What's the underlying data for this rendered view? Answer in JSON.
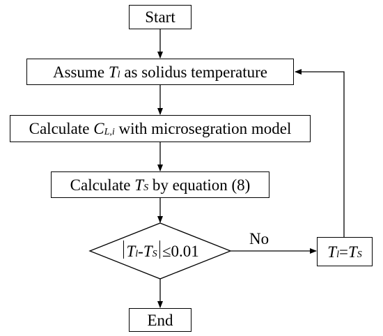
{
  "flowchart": {
    "start": {
      "text": "Start"
    },
    "assume": {
      "prefix": "Assume ",
      "var": "T",
      "sub": "l",
      "suffix": " as solidus temperature"
    },
    "calc_c": {
      "prefix": "Calculate ",
      "var": "C",
      "sub": "L,i",
      "suffix": " with microsegration model"
    },
    "calc_ts": {
      "prefix": "Calculate ",
      "var": "T",
      "sub": "S",
      "suffix": " by equation (8)"
    },
    "decision": {
      "var1": "T",
      "sub1": "l",
      "minus": "-",
      "var2": "T",
      "sub2": "S",
      "compare": "≤0.01"
    },
    "update": {
      "var1": "T",
      "sub1": "l",
      "equals": "=",
      "var2": "T",
      "sub2": "S"
    },
    "no_label": "No",
    "end": {
      "text": "End"
    }
  }
}
